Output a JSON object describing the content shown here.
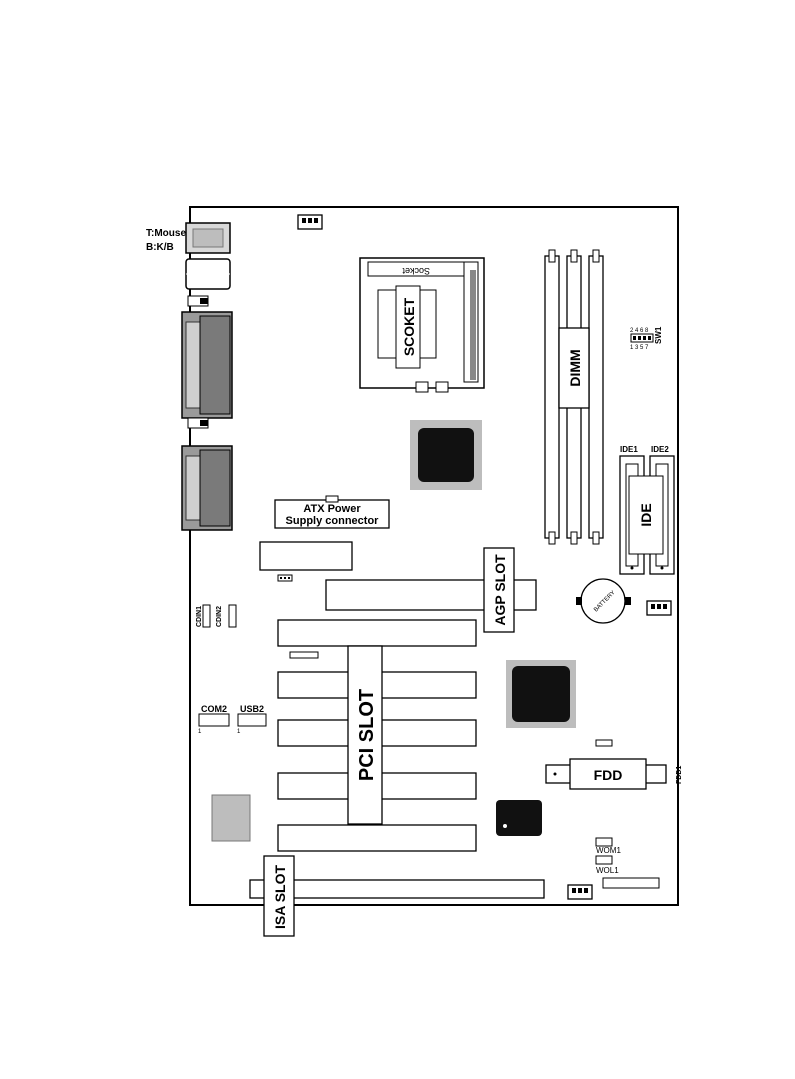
{
  "ports": {
    "mouse_label": "T:Mouse",
    "kb_label": "B:K/B"
  },
  "labels": {
    "socket_top": "Socket",
    "socket_center": "SCOKET",
    "dimm": "DIMM",
    "sw1": "SW1",
    "sw1_top": "2 4 6 8",
    "sw1_bottom": "1 3 5 7",
    "ide1": "IDE1",
    "ide2": "IDE2",
    "ide": "IDE",
    "atx_line1": "ATX Power",
    "atx_line2": "Supply connector",
    "agp": "AGP SLOT",
    "battery": "BATTERY",
    "cdin1": "CDIN1",
    "cdin2": "CDIN2",
    "pci": "PCI SLOT",
    "com2": "COM2",
    "usb2": "USB2",
    "fdd": "FDD",
    "fdd1": "FDD1",
    "wom1": "WOM1",
    "wol1": "WOL1",
    "isa": "ISA SLOT",
    "pin_one": "1"
  }
}
